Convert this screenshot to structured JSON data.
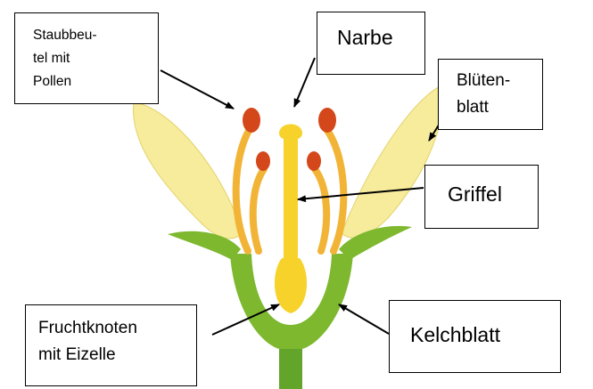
{
  "labels": {
    "staubbeutel": "Staubbeu-\ntel mit\nPollen",
    "narbe": "Narbe",
    "bluetenblatt": "Blüten-\nblatt",
    "griffel": "Griffel",
    "fruchtknoten": "Fruchtknoten\nmit Eizelle",
    "kelchblatt": "Kelchblatt"
  },
  "colors": {
    "petal": "#F7EC9C",
    "petal_outline": "#E3D26B",
    "sepal": "#7DB82F",
    "stem": "#63A52A",
    "pistil": "#F6D22A",
    "stamen": "#F2B437",
    "anther": "#D4471A",
    "arrow": "#000000"
  }
}
